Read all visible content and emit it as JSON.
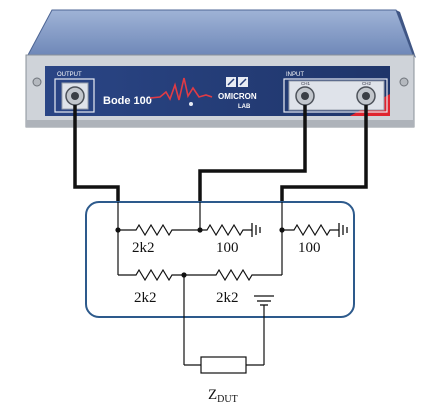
{
  "instrument": {
    "model_label": "Bode 100",
    "brand_line1": "OMICRON",
    "brand_line2": "LAB",
    "output_label": "OUTPUT",
    "input_label": "INPUT",
    "ch1_label": "CH1",
    "ch2_label": "CH2",
    "colors": {
      "body": "#7f98c4",
      "body_dark": "#5d76a5",
      "panel": "#273f78",
      "accent_red": "#e0232e",
      "wire": "#111111",
      "frame": "#2d5a8c"
    }
  },
  "circuit": {
    "r_top_left": "2k2",
    "r_top_mid": "100",
    "r_top_right": "100",
    "r_bot_left": "2k2",
    "r_bot_right": "2k2",
    "dut_label": "Z",
    "dut_sub": "DUT"
  }
}
